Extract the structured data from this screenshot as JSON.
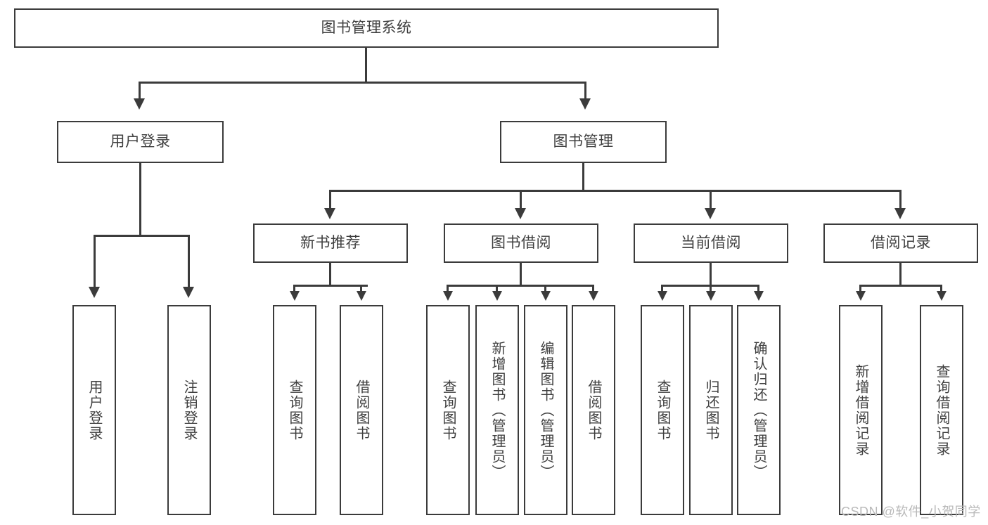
{
  "diagram": {
    "title": "图书管理系统",
    "type": "tree",
    "watermark": "CSDN @软件_小贺同学",
    "colors": {
      "stroke": "#3b3b3b",
      "box_fill": "#ffffff",
      "text": "#3f3f3f",
      "background": "#ffffff",
      "watermark": "#b9b9b9"
    },
    "root": {
      "label": "图书管理系统"
    },
    "level2": [
      {
        "label": "用户登录"
      },
      {
        "label": "图书管理"
      }
    ],
    "level3": [
      {
        "label": "新书推荐"
      },
      {
        "label": "图书借阅"
      },
      {
        "label": "当前借阅"
      },
      {
        "label": "借阅记录"
      }
    ],
    "leaves": {
      "user_login": [
        {
          "label": "用户登录"
        },
        {
          "label": "注销登录"
        }
      ],
      "new_book_recommend": [
        {
          "label": "查询图书"
        },
        {
          "label": "借阅图书"
        }
      ],
      "book_borrow": [
        {
          "label": "查询图书"
        },
        {
          "label": "新增图书（管理员）"
        },
        {
          "label": "编辑图书（管理员）"
        },
        {
          "label": "借阅图书"
        }
      ],
      "current_borrow": [
        {
          "label": "查询图书"
        },
        {
          "label": "归还图书"
        },
        {
          "label": "确认归还（管理员）"
        }
      ],
      "borrow_records": [
        {
          "label": "新增借阅记录"
        },
        {
          "label": "查询借阅记录"
        }
      ]
    }
  }
}
